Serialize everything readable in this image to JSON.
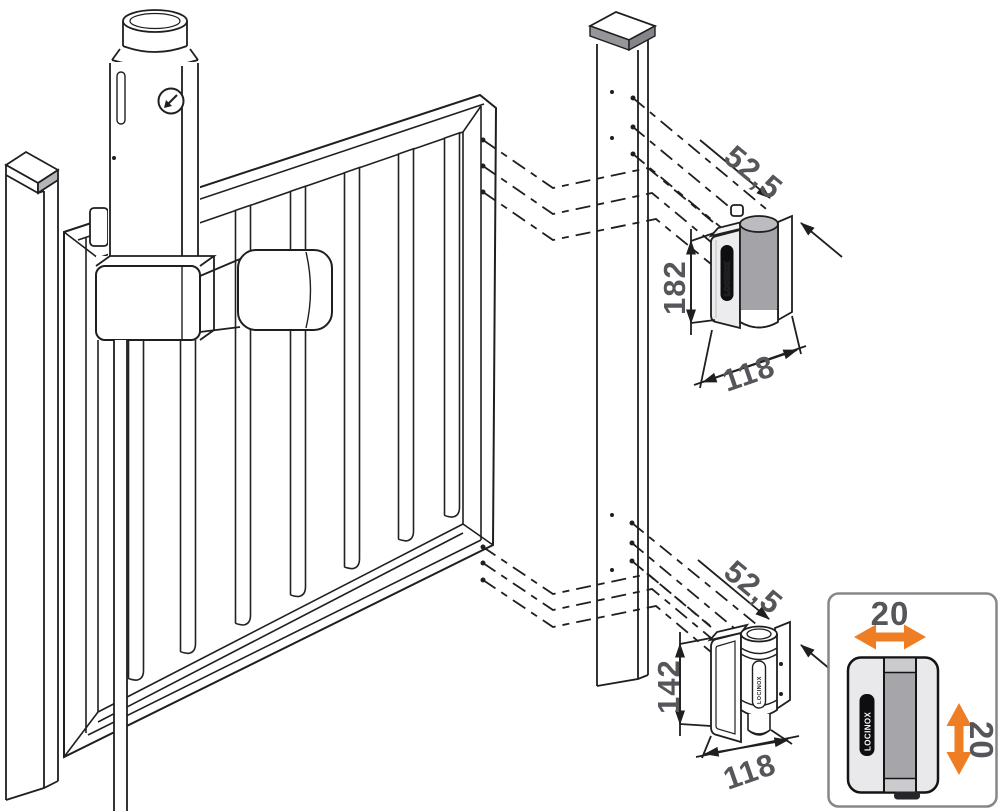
{
  "diagram": {
    "brand": "LOCINOX",
    "top_hinge": {
      "diagonal_offset": "52,5",
      "height": "182",
      "width": "118"
    },
    "bottom_hinge": {
      "diagonal_offset": "52,5",
      "height": "142",
      "width": "118"
    },
    "inset": {
      "horizontal_adjustment": "20",
      "vertical_adjustment": "20"
    },
    "colors": {
      "accent_orange": "#ee7d23",
      "dimension_text": "#55555a",
      "line": "#1f1f1f",
      "barrel_gray": "#a4a4a8",
      "plate_gray": "#ececee"
    }
  }
}
